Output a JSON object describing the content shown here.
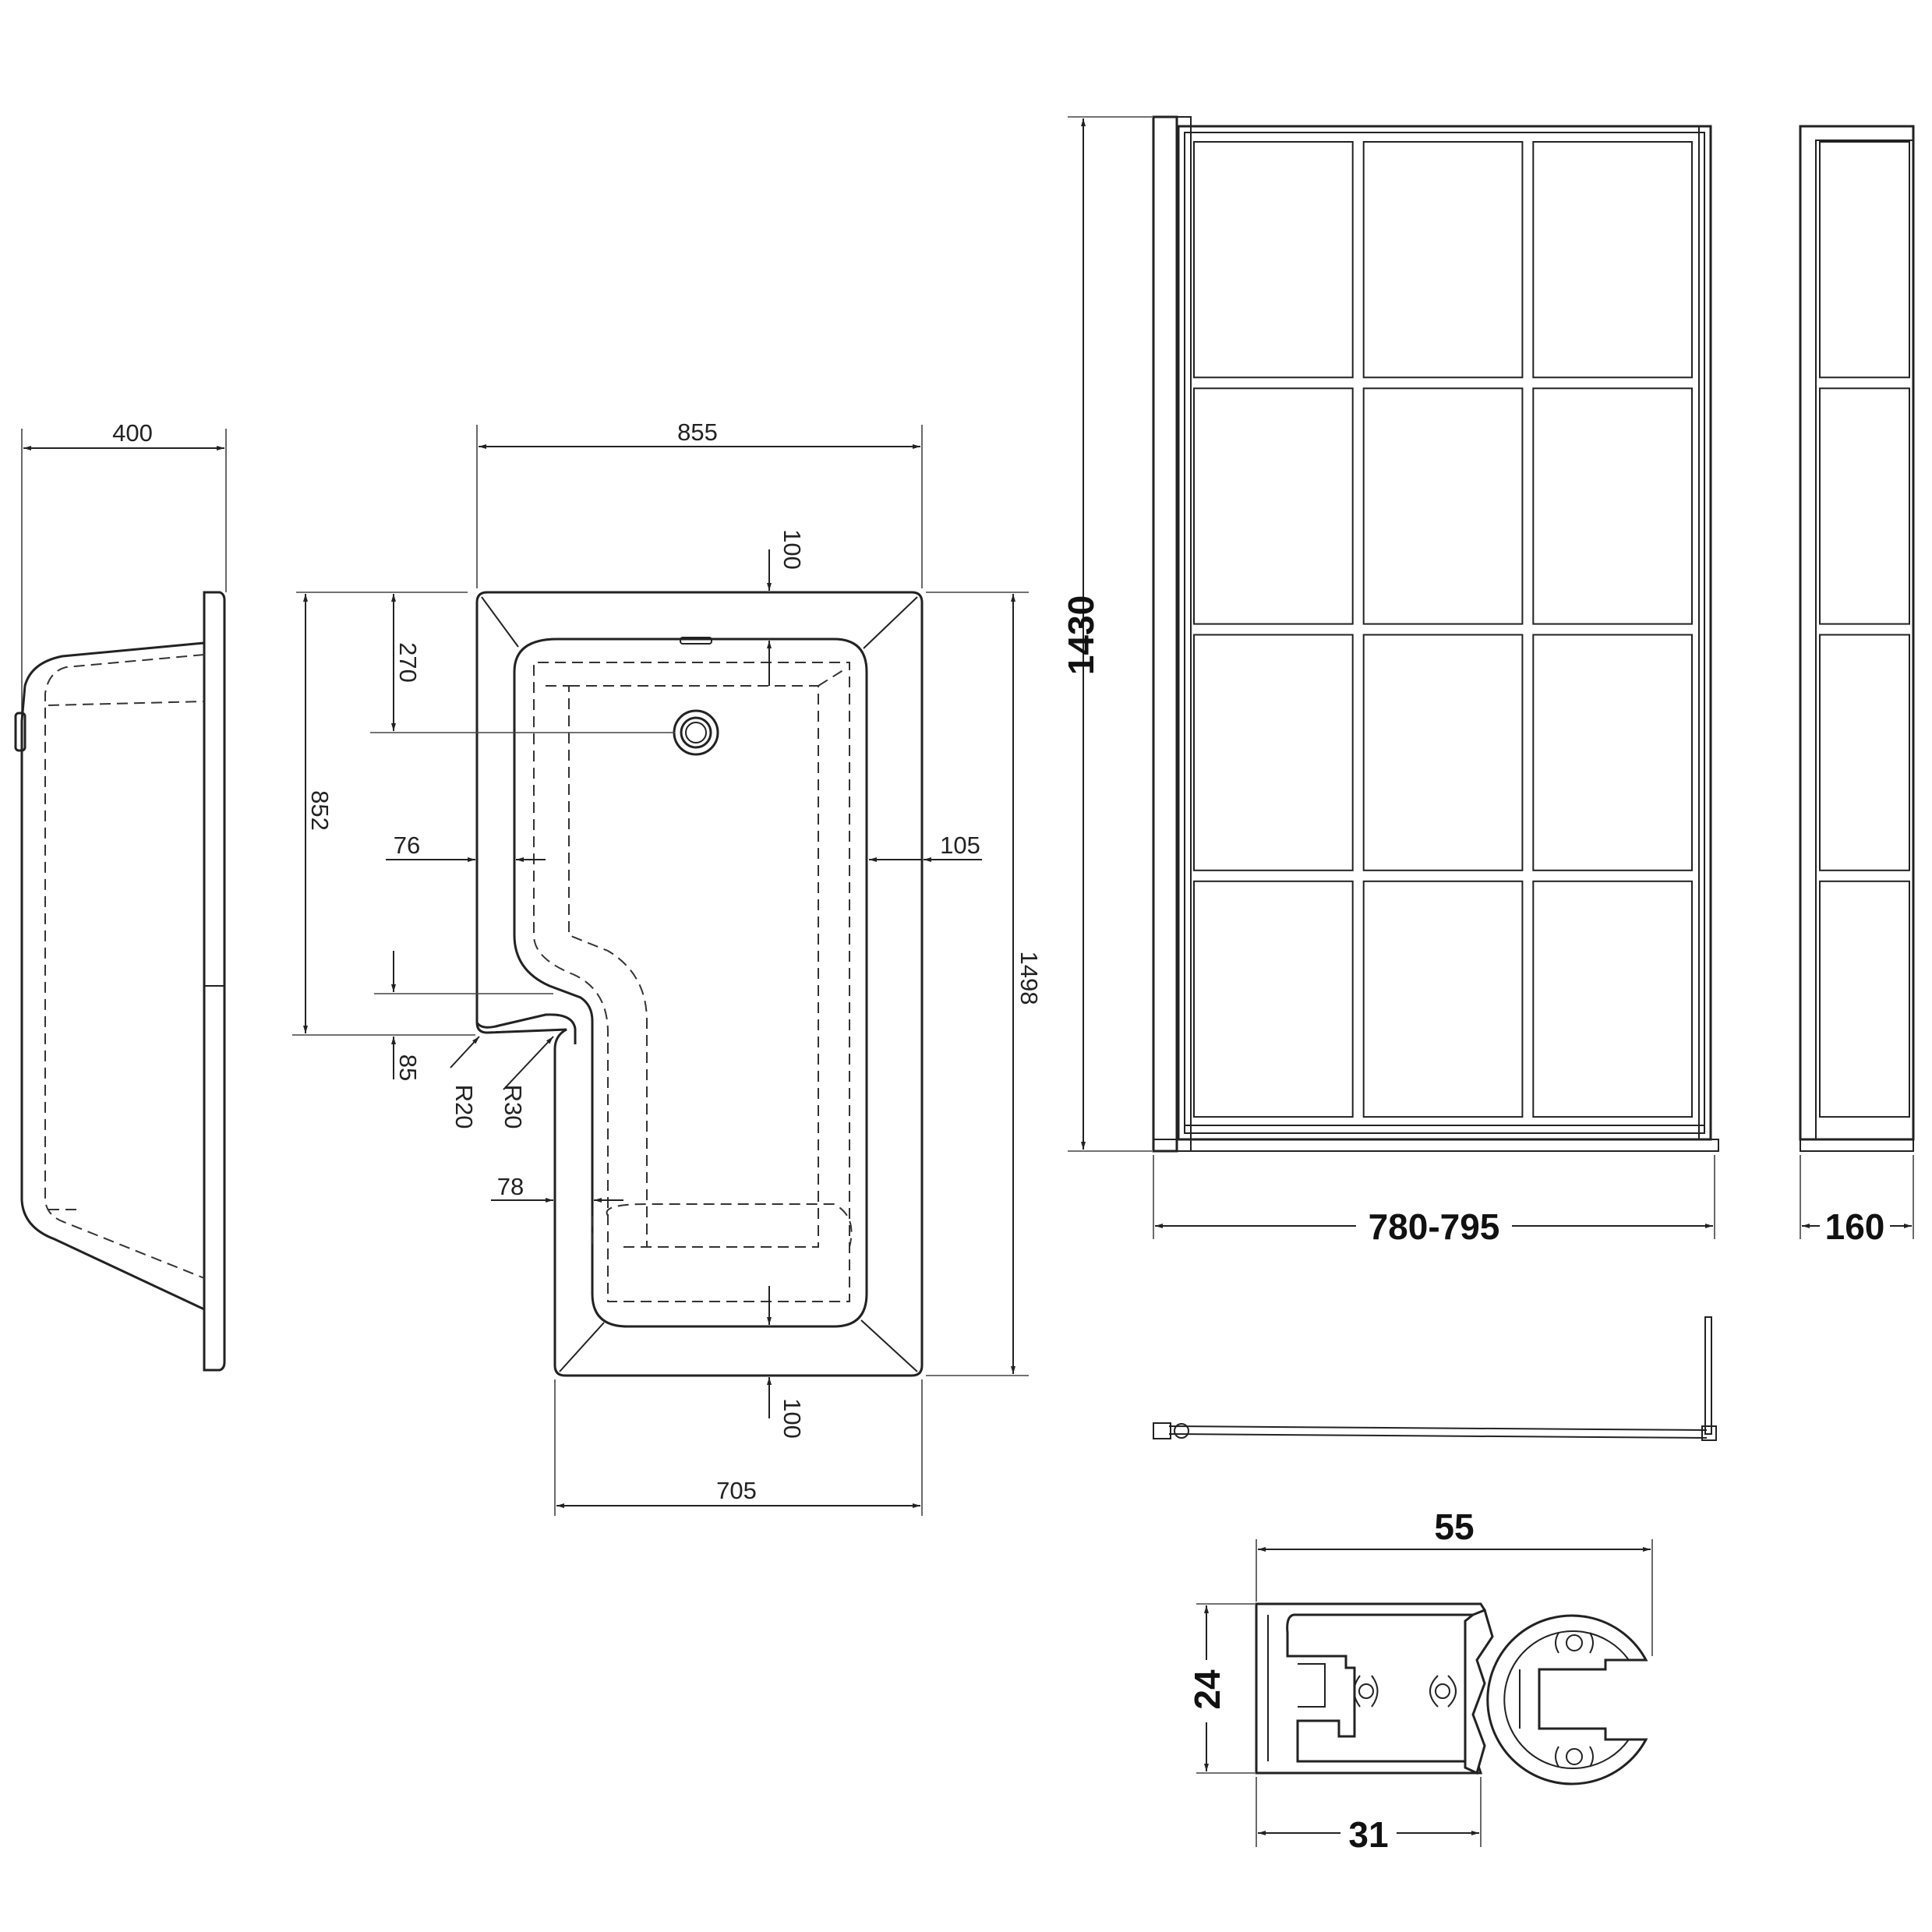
{
  "bath_side_view": {
    "dim_length": "400"
  },
  "bath_plan_view": {
    "dim_overall_width": "855",
    "dim_top_rim": "100",
    "dim_waste_offset": "270",
    "dim_shoulder_depth": "852",
    "dim_left_rim": "76",
    "dim_right_rim": "105",
    "dim_overall_length": "1498",
    "dim_step": "85",
    "dim_radius_small": "R20",
    "dim_radius_large": "R30",
    "dim_lower_left_rim": "78",
    "dim_bottom_rim": "100",
    "dim_foot_width": "705"
  },
  "screen_front_view": {
    "dim_height": "1430",
    "dim_width": "780-795",
    "grid_columns": 3,
    "grid_rows": 4
  },
  "screen_side_view": {
    "dim_depth": "160"
  },
  "profile_section": {
    "dim_overall_width": "55",
    "dim_height": "24",
    "dim_channel_width": "31"
  }
}
